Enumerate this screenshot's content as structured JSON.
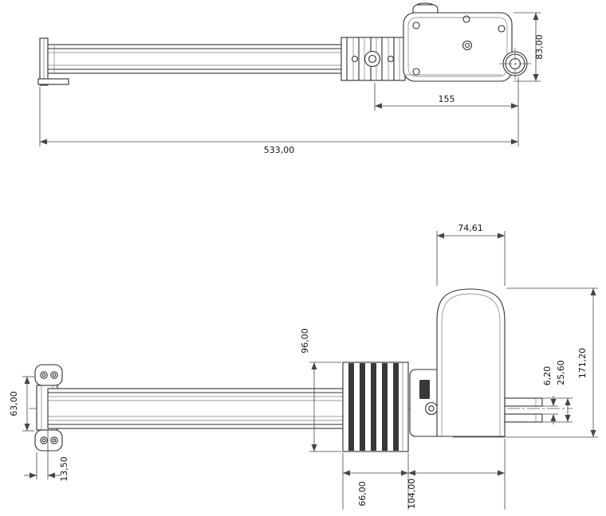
{
  "colors": {
    "background": "#ffffff",
    "line": "#2f2f2f",
    "dimension": "#454545"
  },
  "side_view": {
    "dims": {
      "housing_height": "83,00",
      "block_to_eye": "155",
      "overall_length": "533,00"
    }
  },
  "plan_view": {
    "dims": {
      "motor_width": "74,61",
      "overall_depth": "171,20",
      "block_depth": "96,00",
      "fork_slot": "6,20",
      "fork_width": "25,60",
      "bracket_depth": "63,00",
      "bracket_offset": "13,50",
      "fin_block_width": "66,00",
      "drive_unit_width": "104,00"
    }
  }
}
